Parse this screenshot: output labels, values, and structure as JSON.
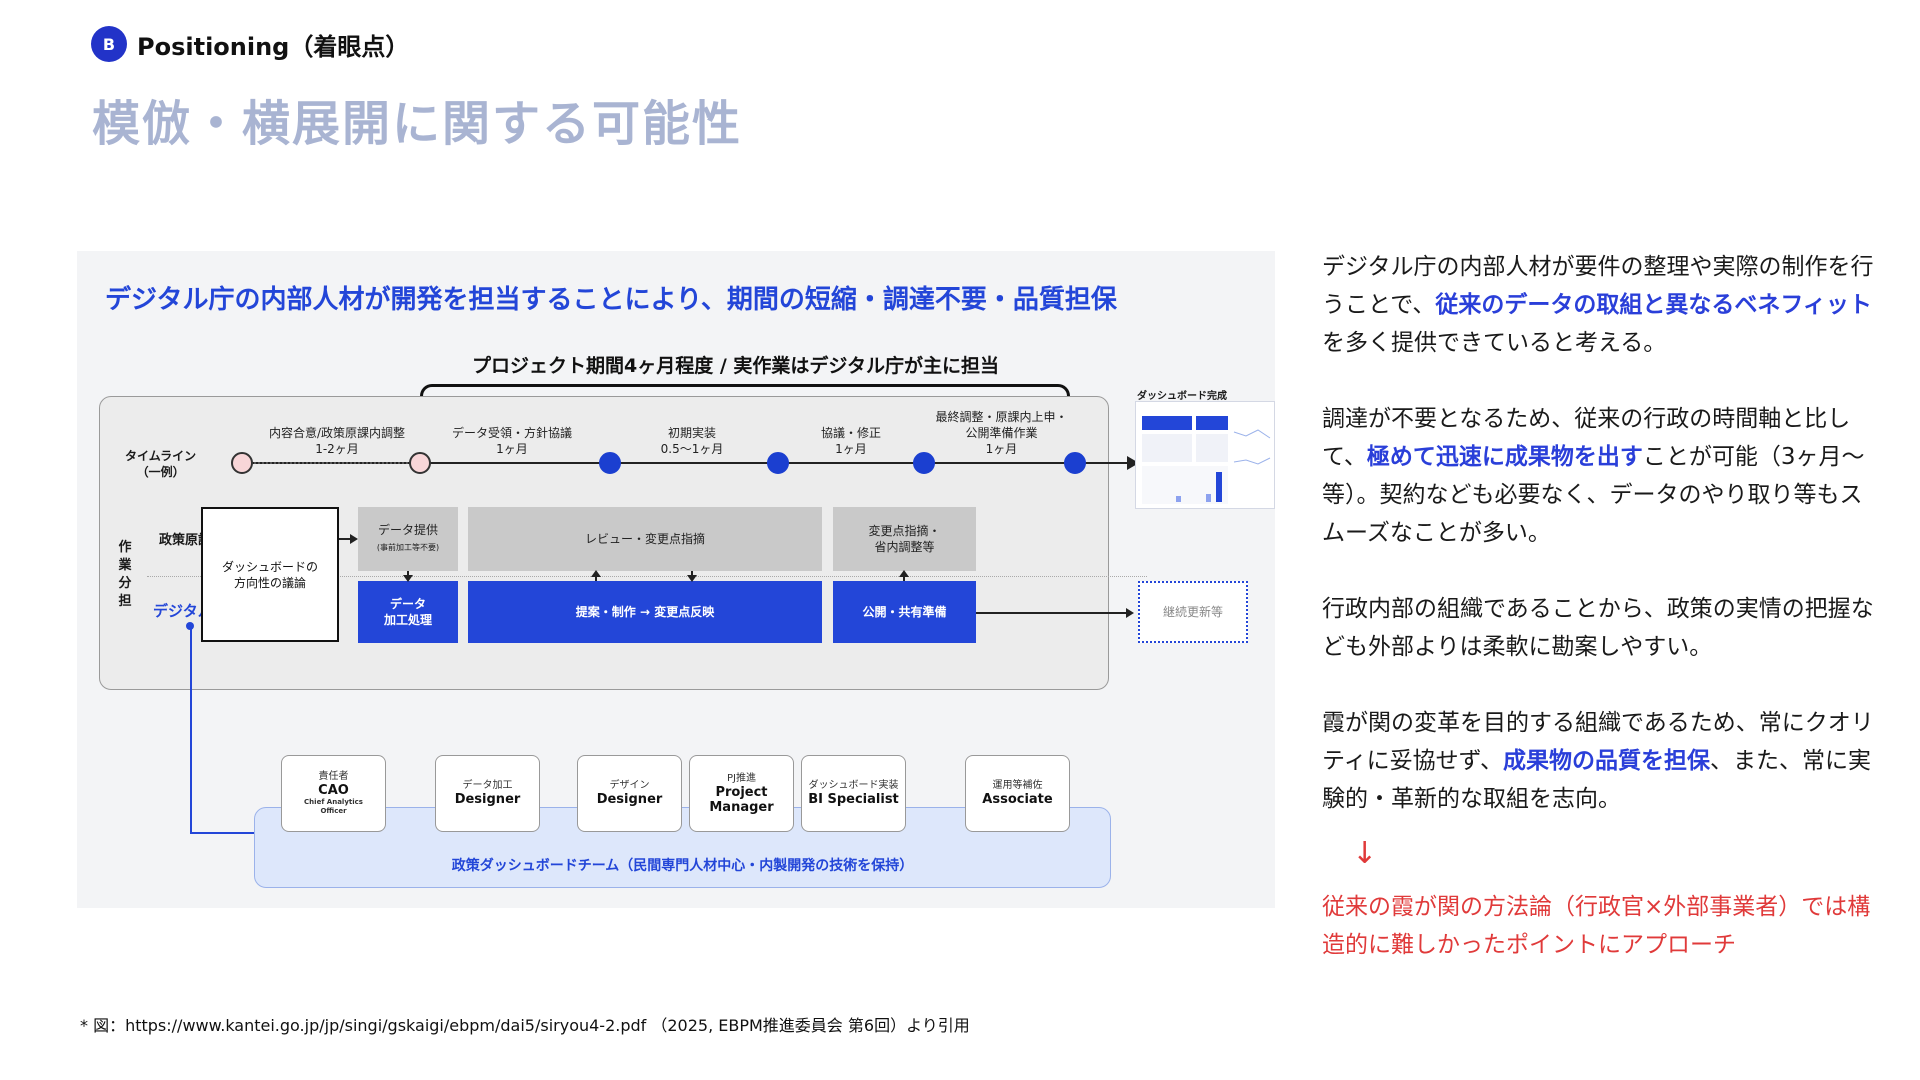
{
  "header": {
    "badge": "B",
    "tag": "Positioning（着眼点）",
    "title": "模倣・横展開に関する可能性"
  },
  "diagram": {
    "headline": "デジタル庁の内部人材が開発を担当することにより、期間の短縮・調達不要・品質担保",
    "project_label": "プロジェクト期間4ヶ月程度 / 実作業はデジタル庁が主に担当",
    "timeline_row_label_1": "タイムライン",
    "timeline_row_label_2": "（一例）",
    "timeline": [
      {
        "line1": "内容合意/政策原課内調整",
        "line2": "1-2ヶ月"
      },
      {
        "line1": "データ受領・方針協議",
        "line2": "1ヶ月"
      },
      {
        "line1": "初期実装",
        "line2": "0.5〜1ヶ月"
      },
      {
        "line1": "協議・修正",
        "line2": "1ヶ月"
      },
      {
        "line1": "最終調整・原課内上申・",
        "line2": "公開準備作業",
        "line3": "1ヶ月"
      }
    ],
    "dashboard_complete": "ダッシュボード完成",
    "role_vertical": "作業分担",
    "role_policy": "政策原課",
    "role_digital": "デジタル庁",
    "discussion_box_1": "ダッシュボードの",
    "discussion_box_2": "方向性の議論",
    "data_provide": "データ提供",
    "data_provide_sub": "(事前加工等不要)",
    "review": "レビュー・変更点指摘",
    "change_point_1": "変更点指摘・",
    "change_point_2": "省内調整等",
    "data_process_1": "データ",
    "data_process_2": "加工処理",
    "proposal": "提案・制作 → 変更点反映",
    "publish": "公開・共有準備",
    "continuous_update": "継続更新等",
    "team_label": "政策ダッシュボードチーム（民間専門人材中心・内製開発の技術を保持）",
    "members": [
      {
        "role": "責任者",
        "name": "CAO",
        "sub1": "Chief Analytics",
        "sub2": "Officer"
      },
      {
        "role": "データ加工",
        "name": "Designer"
      },
      {
        "role": "デザイン",
        "name": "Designer"
      },
      {
        "role": "PJ推進",
        "name": "Project",
        "name2": "Manager"
      },
      {
        "role": "ダッシュボード実装",
        "name": "BI Specialist"
      },
      {
        "role": "運用等補佐",
        "name": "Associate"
      }
    ]
  },
  "right": {
    "p1_a": "デジタル庁の内部人材が要件の整理や実際の制作を行うことで、",
    "p1_hl": "従来のデータの取組と異なるベネフィット",
    "p1_b": "を多く提供できていると考える。",
    "p2_a": "調達が不要となるため、従来の行政の時間軸と比して、",
    "p2_hl": "極めて迅速に成果物を出す",
    "p2_b": "ことが可能（3ヶ月〜等）。契約なども必要なく、データのやり取り等もスムーズなことが多い。",
    "p3": "行政内部の組織であることから、政策の実情の把握なども外部よりは柔軟に勘案しやすい。",
    "p4_a": "霞が関の変革を目的する組織であるため、常にクオリティに妥協せず、",
    "p4_hl": "成果物の品質を担保",
    "p4_b": "、また、常に実験的・革新的な取組を志向。",
    "arrow": "↓",
    "conclusion": "従来の霞が関の方法論（行政官×外部事業者）では構造的に難しかったポイントにアプローチ"
  },
  "footnote": "* 図：https://www.kantei.go.jp/jp/singi/gskaigi/ebpm/dai5/siryou4-2.pdf （2025, EBPM推進委員会 第6回）より引用",
  "colors": {
    "accent": "#2346d8",
    "title_gray": "#a9b4d2",
    "alert_red": "#e03a3a"
  }
}
